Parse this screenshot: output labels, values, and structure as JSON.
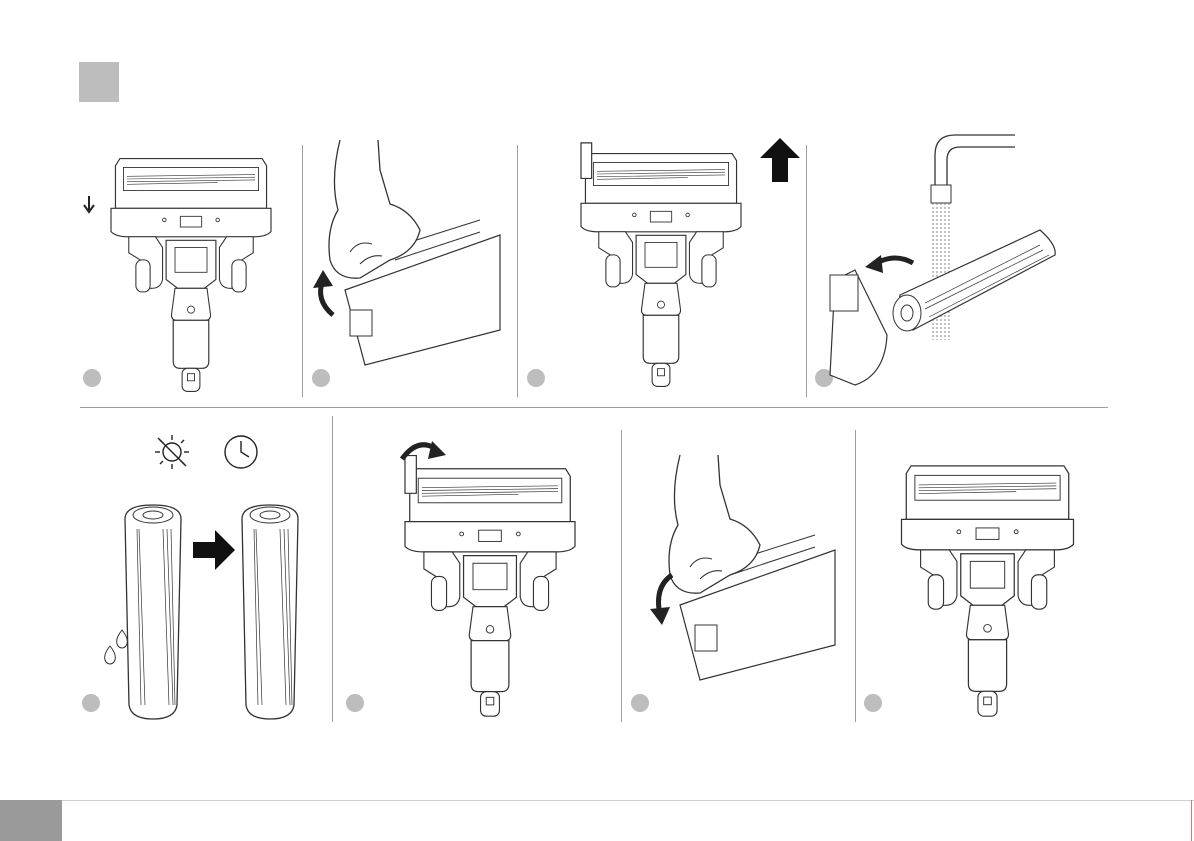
{
  "page": {
    "title": "",
    "footer_text": ""
  },
  "icons": {
    "sun": "sun-icon",
    "clock": "clock-icon",
    "water_drop": "water-drop-icon",
    "arrow_up": "arrow-up-icon",
    "arrow_right": "arrow-right-icon"
  },
  "steps": [
    {
      "id": 1,
      "label": ""
    },
    {
      "id": 2,
      "label": ""
    },
    {
      "id": 3,
      "label": ""
    },
    {
      "id": 4,
      "label": ""
    },
    {
      "id": 5,
      "label": ""
    },
    {
      "id": 6,
      "label": ""
    },
    {
      "id": 7,
      "label": ""
    },
    {
      "id": 8,
      "label": ""
    }
  ],
  "colors": {
    "marker": "#bdbdbd",
    "footer_tab": "#9a9a9a",
    "line": "#333333"
  }
}
